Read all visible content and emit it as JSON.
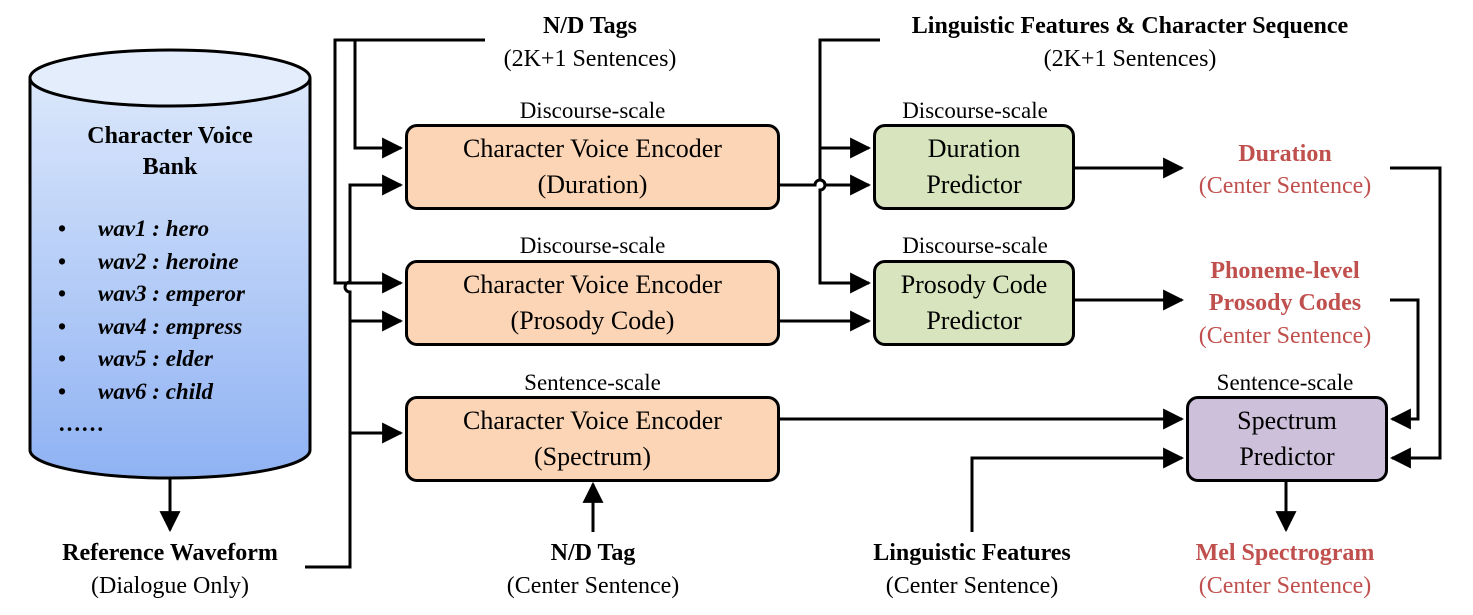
{
  "bank": {
    "title_line1": "Character Voice",
    "title_line2": "Bank",
    "items": [
      "wav1 : hero",
      "wav2 : heroine",
      "wav3 : emperor",
      "wav4 : empress",
      "wav5 : elder",
      "wav6 : child"
    ],
    "bullet": "•",
    "ellipsis": "……"
  },
  "reference": {
    "title": "Reference Waveform",
    "subtitle": "(Dialogue Only)"
  },
  "nd_tags": {
    "title": "N/D Tags",
    "subtitle": "(2K+1 Sentences)"
  },
  "nd_tag": {
    "title": "N/D Tag",
    "subtitle": "(Center Sentence)"
  },
  "ling_seq": {
    "title": "Linguistic Features & Character Sequence",
    "subtitle": "(2K+1 Sentences)"
  },
  "ling": {
    "title": "Linguistic Features",
    "subtitle": "(Center Sentence)"
  },
  "scales": {
    "enc_duration": "Discourse-scale",
    "enc_prosody": "Discourse-scale",
    "enc_spectrum": "Sentence-scale",
    "pred_duration": "Discourse-scale",
    "pred_prosody": "Discourse-scale",
    "pred_spectrum": "Sentence-scale"
  },
  "encoders": {
    "duration": {
      "line1": "Character Voice Encoder",
      "line2": "(Duration)"
    },
    "prosody": {
      "line1": "Character Voice Encoder",
      "line2": "(Prosody Code)"
    },
    "spectrum": {
      "line1": "Character Voice Encoder",
      "line2": "(Spectrum)"
    }
  },
  "predictors": {
    "duration": {
      "line1": "Duration",
      "line2": "Predictor"
    },
    "prosody": {
      "line1": "Prosody Code",
      "line2": "Predictor"
    },
    "spectrum": {
      "line1": "Spectrum",
      "line2": "Predictor"
    }
  },
  "outputs": {
    "duration": {
      "title": "Duration",
      "subtitle": "(Center Sentence)"
    },
    "prosody": {
      "title_line1": "Phoneme-level",
      "title_line2": "Prosody Codes",
      "subtitle": "(Center Sentence)"
    },
    "mel": {
      "title": "Mel Spectrogram",
      "subtitle": "(Center Sentence)"
    }
  },
  "colors": {
    "encoder_fill": "#fbd5b5",
    "predictor_fill": "#d7e4bd",
    "spectrum_fill": "#ccc0da",
    "bank_gradient_top": "#dbe7fb",
    "bank_gradient_bottom": "#8fb2f3",
    "output_text": "#c0504d"
  }
}
